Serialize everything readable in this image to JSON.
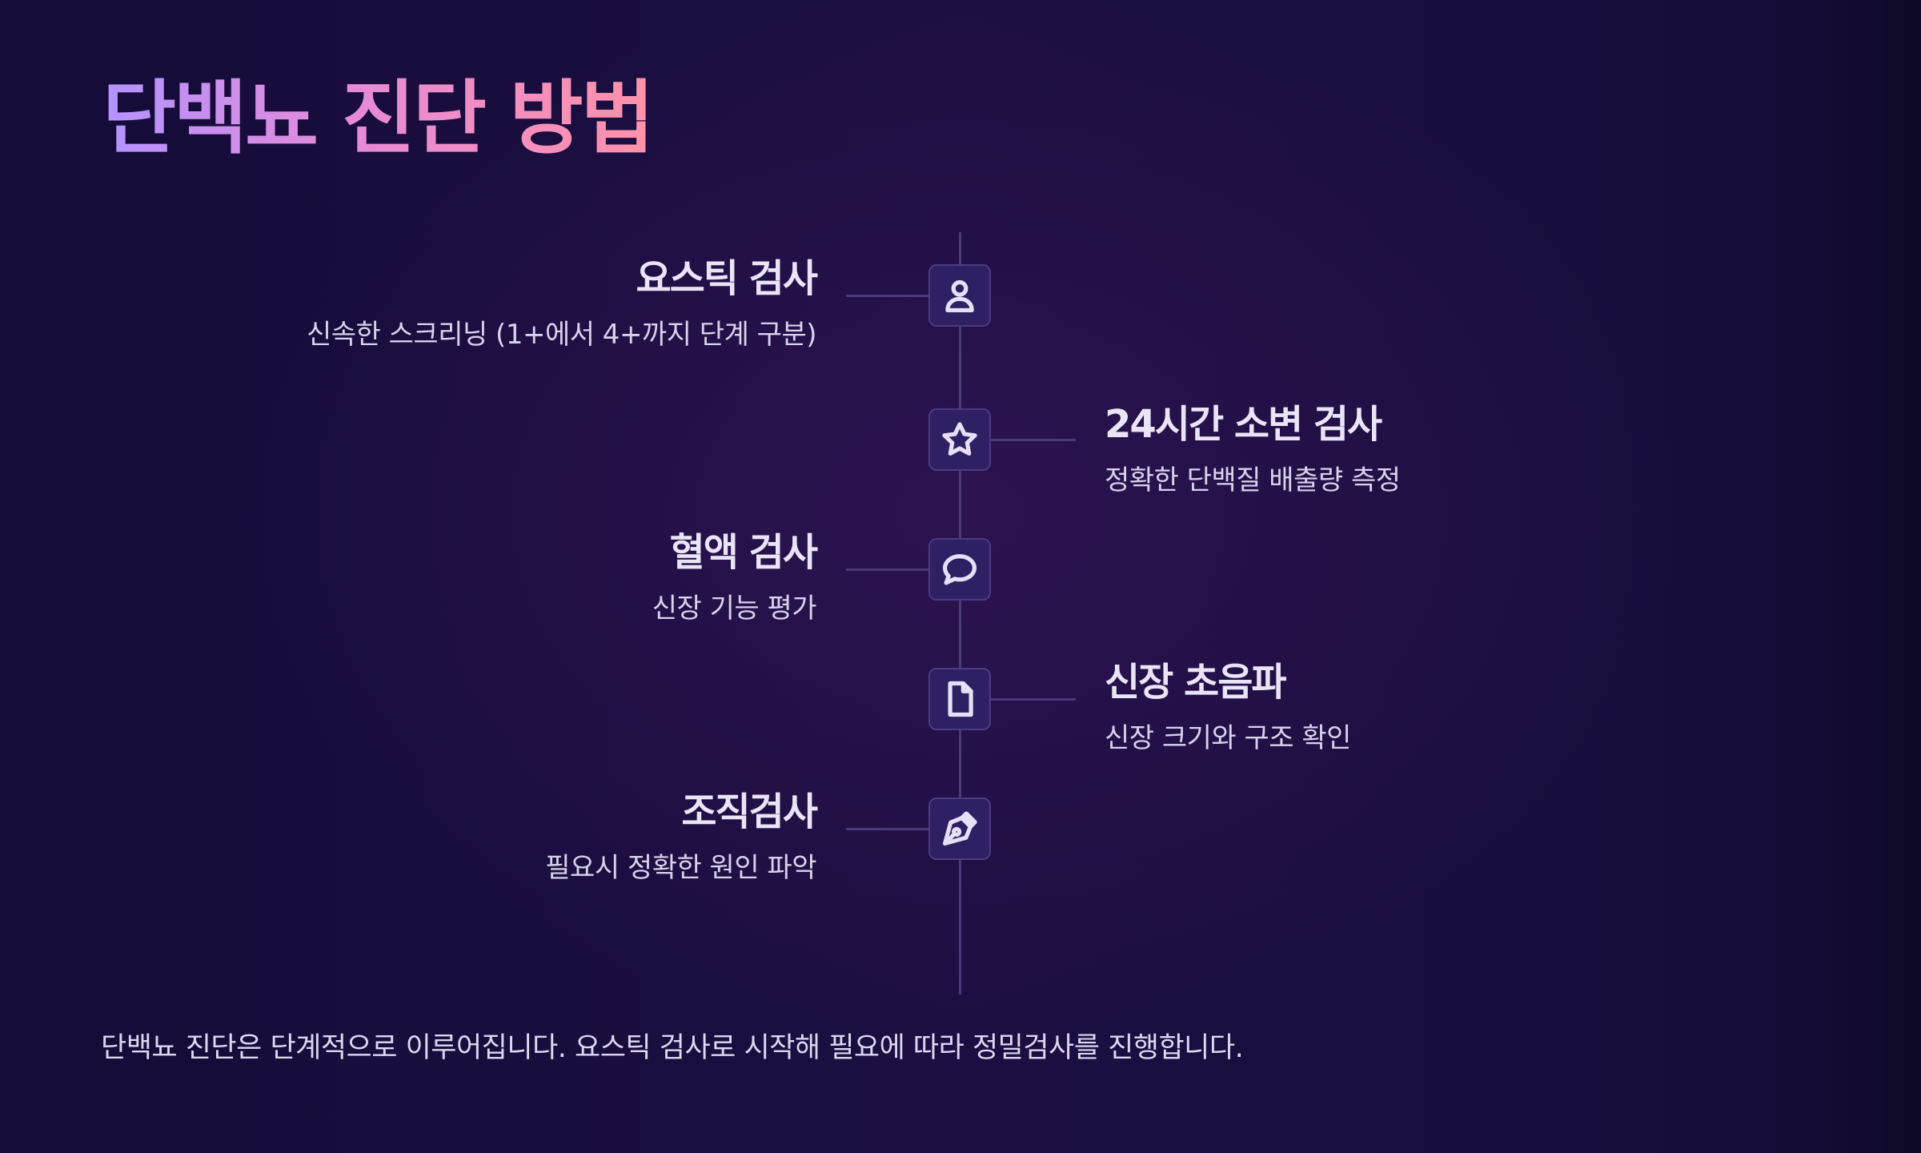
{
  "title": "단백뇨 진단 방법",
  "steps": [
    {
      "title": "요스틱 검사",
      "description": "신속한 스크리닝 (1+에서 4+까지 단계 구분)",
      "icon": "user-icon",
      "side": "left"
    },
    {
      "title": "24시간 소변 검사",
      "description": "정확한 단백질 배출량 측정",
      "icon": "star-icon",
      "side": "right"
    },
    {
      "title": "혈액 검사",
      "description": "신장 기능 평가",
      "icon": "chat-bubble-icon",
      "side": "left"
    },
    {
      "title": "신장 초음파",
      "description": "신장 크기와 구조 확인",
      "icon": "document-icon",
      "side": "right"
    },
    {
      "title": "조직검사",
      "description": "필요시 정확한 원인 파악",
      "icon": "pen-nib-icon",
      "side": "left"
    }
  ],
  "footer": "단백뇨 진단은 단계적으로 이루어집니다. 요스틱 검사로 시작해 필요에 따라 정밀검사를 진행합니다.",
  "colors": {
    "background": "#1c0e42",
    "title_gradient_start": "#b393ff",
    "title_gradient_end": "#ff92a8",
    "node_fill": "#2e2063",
    "line": "#4a3a78",
    "text": "#e9e5f6"
  }
}
